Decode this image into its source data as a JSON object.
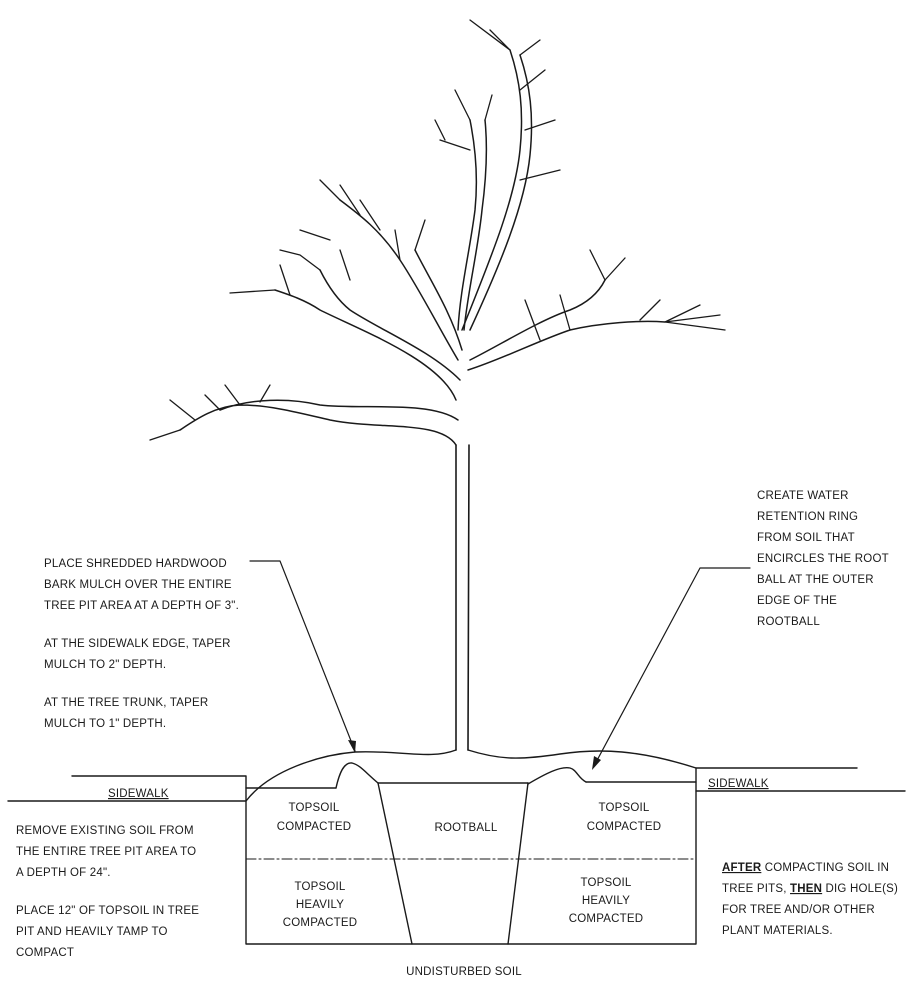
{
  "labels": {
    "mulch_note": [
      "PLACE SHREDDED HARDWOOD",
      "BARK MULCH OVER THE ENTIRE",
      "TREE PIT AREA AT A DEPTH OF 3\".",
      "",
      "AT THE SIDEWALK EDGE, TAPER",
      "MULCH TO 2\" DEPTH.",
      "",
      "AT THE TREE TRUNK, TAPER",
      "MULCH TO 1\" DEPTH."
    ],
    "ring_note": [
      "CREATE WATER",
      "RETENTION RING",
      "FROM SOIL THAT",
      "ENCIRCLES THE ROOT",
      "BALL AT THE OUTER",
      "EDGE OF THE",
      "ROOTBALL"
    ],
    "remove_note": [
      "REMOVE EXISTING SOIL FROM",
      "THE ENTIRE TREE PIT AREA TO",
      "A DEPTH OF 24\".",
      "",
      "PLACE 12\" OF TOPSOIL IN TREE",
      "PIT AND HEAVILY TAMP TO",
      "COMPACT"
    ],
    "after_note": {
      "line1_em": "AFTER",
      "line1_rest": " COMPACTING SOIL IN",
      "line2_pre": "TREE PITS, ",
      "line2_em": "THEN",
      "line2_rest": " DIG HOLE(S)",
      "line3": "FOR TREE AND/OR OTHER",
      "line4": "PLANT MATERIALS."
    },
    "sidewalk_left": "SIDEWALK",
    "sidewalk_right": "SIDEWALK",
    "topsoil_compacted_left": [
      "TOPSOIL",
      "COMPACTED"
    ],
    "topsoil_compacted_right": [
      "TOPSOIL",
      "COMPACTED"
    ],
    "topsoil_heavy_left": [
      "TOPSOIL",
      "HEAVILY",
      "COMPACTED"
    ],
    "topsoil_heavy_right": [
      "TOPSOIL",
      "HEAVILY",
      "COMPACTED"
    ],
    "rootball": "ROOTBALL",
    "undisturbed": "UNDISTURBED SOIL"
  },
  "colors": {
    "ink": "#1a1a1a",
    "background": "#ffffff"
  }
}
